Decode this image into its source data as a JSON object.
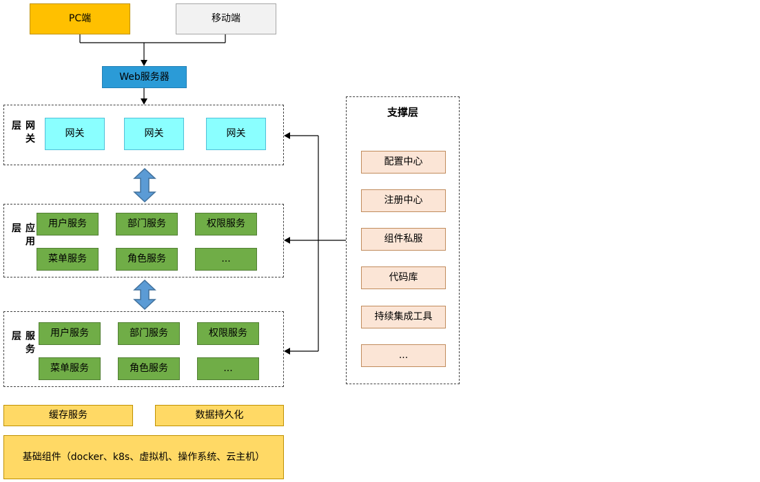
{
  "colors": {
    "pc_fill": "#FFC000",
    "mobile_fill": "#F2F2F2",
    "web_server_fill": "#2B9BD7",
    "gateway_fill": "#8AFFFF",
    "service_fill": "#70AD47",
    "support_fill": "#FBE5D6",
    "infra_fill": "#FFD965",
    "double_arrow_fill": "#5B9BD5"
  },
  "top": {
    "pc_label": "PC端",
    "mobile_label": "移动端",
    "web_server_label": "Web服务器"
  },
  "gateway_layer": {
    "label": "网关层",
    "items": [
      "网关",
      "网关",
      "网关"
    ]
  },
  "app_layer": {
    "label": "应用层",
    "items": [
      "用户服务",
      "部门服务",
      "权限服务",
      "菜单服务",
      "角色服务",
      "..."
    ]
  },
  "service_layer": {
    "label": "服务层",
    "items": [
      "用户服务",
      "部门服务",
      "权限服务",
      "菜单服务",
      "角色服务",
      "..."
    ]
  },
  "support_layer": {
    "title": "支撑层",
    "items": [
      "配置中心",
      "注册中心",
      "组件私服",
      "代码库",
      "持续集成工具",
      "..."
    ]
  },
  "infrastructure": {
    "cache_label": "缓存服务",
    "persistence_label": "数据持久化",
    "base_label": "基础组件（docker、k8s、虚拟机、操作系统、云主机）"
  }
}
